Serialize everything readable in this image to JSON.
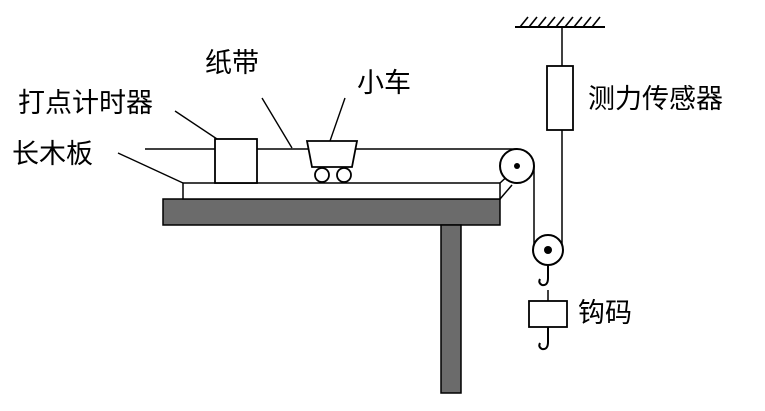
{
  "labels": {
    "paper_tape": "纸带",
    "cart": "小车",
    "timer": "打点计时器",
    "board": "长木板",
    "force_sensor": "测力传感器",
    "hook_weight": "钩码"
  },
  "colors": {
    "stroke": "#000000",
    "table": "#6b6b6b",
    "background": "#ffffff"
  }
}
